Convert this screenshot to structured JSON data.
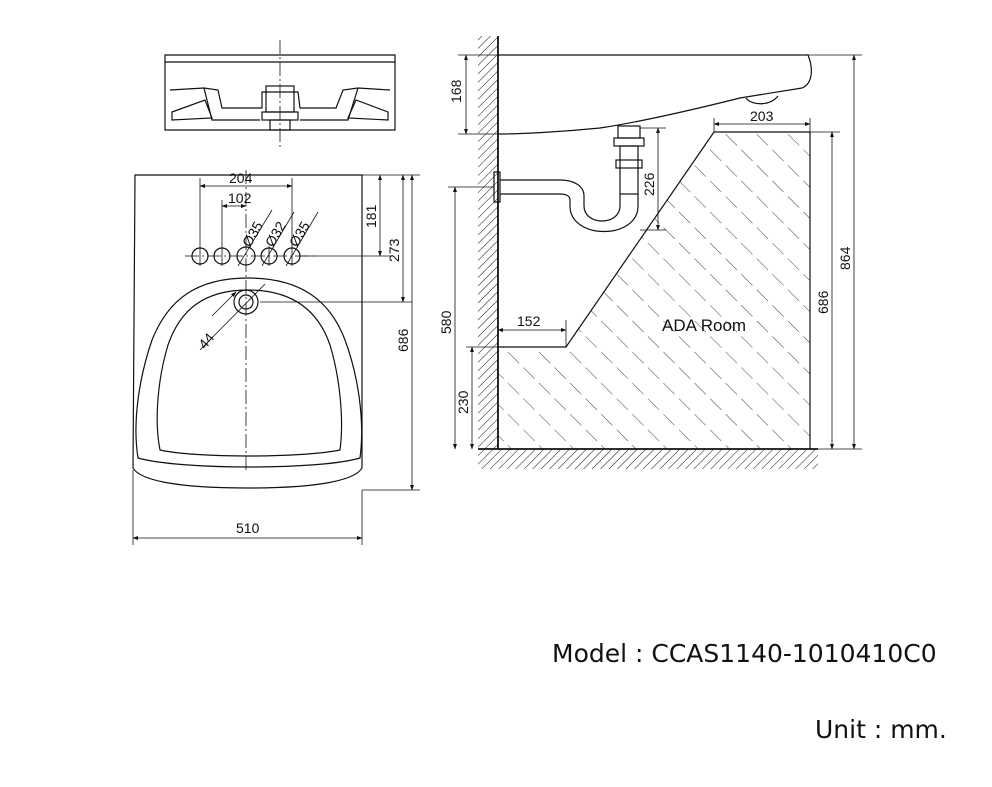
{
  "top_view": {
    "dim_204": "204",
    "dim_102": "102",
    "dim_hole1": "Ø35",
    "dim_hole2": "Ø32",
    "dim_hole3": "Ø35",
    "dim_181": "181",
    "dim_273": "273",
    "dim_686": "686",
    "dim_44": "44",
    "dim_510": "510"
  },
  "side_view": {
    "dim_168": "168",
    "dim_226": "226",
    "dim_203": "203",
    "dim_864": "864",
    "dim_686": "686",
    "dim_580": "580",
    "dim_152": "152",
    "dim_230": "230",
    "room_label": "ADA Room"
  },
  "info": {
    "model": "Model : CCAS1140-1010410C0",
    "unit": "Unit : mm."
  }
}
